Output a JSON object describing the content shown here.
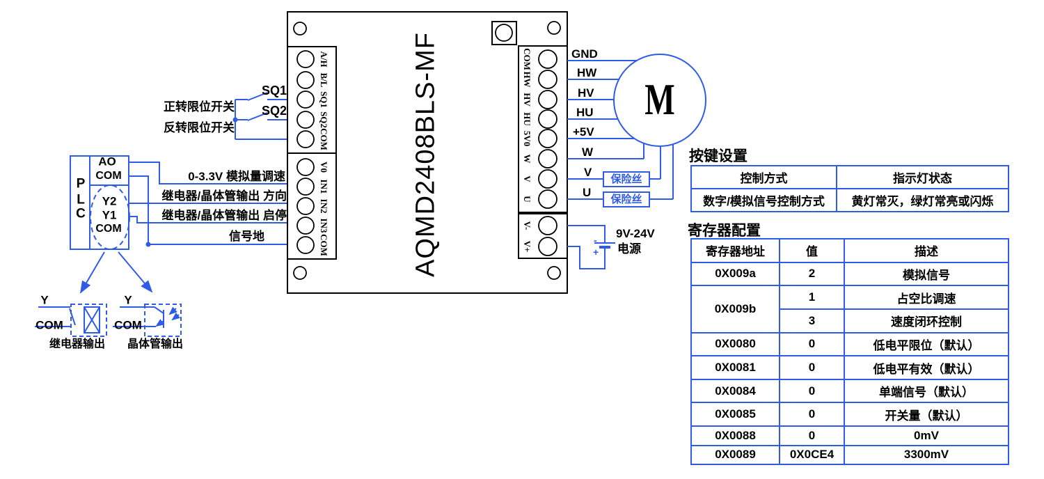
{
  "colors": {
    "wire_blue": "#2e5ce8",
    "line_black": "#000000"
  },
  "board": {
    "model": "AQMD2408BLS-MF",
    "left_top_terminals": [
      "A/H",
      "B/L",
      "SQ1",
      "SQ2",
      "COM"
    ],
    "left_bottom_terminals": [
      "V0",
      "IN1",
      "IN2",
      "IN3",
      "COM"
    ],
    "right_terminals": [
      "COM",
      "HW",
      "HV",
      "HU",
      "5V0",
      "W",
      "V",
      "U"
    ],
    "power_terminals": [
      "V-",
      "V+"
    ]
  },
  "left_side": {
    "sq1": "SQ1",
    "sq2": "SQ2",
    "forward_limit": "正转限位开关",
    "reverse_limit": "反转限位开关",
    "analog": "0-3.3V 模拟量调速",
    "direction": "继电器/晶体管输出 方向",
    "start_stop": "继电器/晶体管输出 启停",
    "signal_ground": "信号地"
  },
  "plc": {
    "p": "P",
    "l": "L",
    "c": "C",
    "ao": "AO",
    "com1": "COM",
    "y2": "Y2",
    "y1": "Y1",
    "com2": "COM"
  },
  "output_symbols": {
    "relay": {
      "y": "Y",
      "com": "COM",
      "label": "继电器输出"
    },
    "transistor": {
      "y": "Y",
      "com": "COM",
      "label": "晶体管输出"
    }
  },
  "motor": {
    "label": "M"
  },
  "right_wires": [
    "GND",
    "HW",
    "HV",
    "HU",
    "+5V",
    "W",
    "V",
    "U"
  ],
  "fuse_label": "保险丝",
  "power": {
    "range": "9V-24V",
    "label": "电源",
    "minus": "-",
    "plus": "+"
  },
  "key_settings": {
    "title": "按键设置",
    "headers": [
      "控制方式",
      "指示灯状态"
    ],
    "row": [
      "数字/模拟信号控制方式",
      "黄灯常灭，绿灯常亮或闪烁"
    ]
  },
  "register_config": {
    "title": "寄存器配置",
    "headers": [
      "寄存器地址",
      "值",
      "描述"
    ],
    "rows": [
      {
        "addr": "0X009a",
        "val": "2",
        "desc": "模拟信号"
      },
      {
        "addr": "0X009b",
        "val": "1",
        "desc": "占空比调速"
      },
      {
        "addr": "",
        "val": "3",
        "desc": "速度闭环控制"
      },
      {
        "addr": "0X0080",
        "val": "0",
        "desc": "低电平限位（默认）"
      },
      {
        "addr": "0X0081",
        "val": "0",
        "desc": "低电平有效（默认）"
      },
      {
        "addr": "0X0084",
        "val": "0",
        "desc": "单端信号（默认）"
      },
      {
        "addr": "0X0085",
        "val": "0",
        "desc": "开关量（默认）"
      },
      {
        "addr": "0X0088",
        "val": "0",
        "desc": "0mV"
      },
      {
        "addr": "0X0089",
        "val": "0X0CE4",
        "desc": "3300mV"
      }
    ]
  }
}
